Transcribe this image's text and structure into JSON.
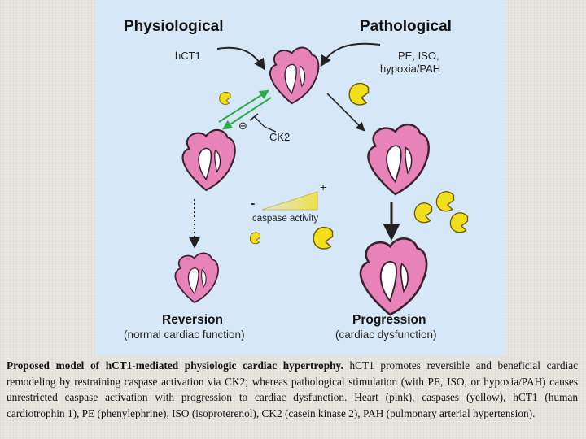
{
  "figure": {
    "title_left": "Physiological",
    "title_right": "Pathological",
    "label_hct1": "hCT1",
    "label_stimuli_line1": "PE, ISO,",
    "label_stimuli_line2": "hypoxia/PAH",
    "label_ck2": "CK2",
    "minus_symbol": "⊖",
    "gradient_minus": "-",
    "gradient_plus": "+",
    "caspase_activity": "caspase activity",
    "reversion_title": "Reversion",
    "reversion_sub": "(normal cardiac function)",
    "progression_title": "Progression",
    "progression_sub": "(cardiac dysfunction)",
    "colors": {
      "background": "#d6e7f7",
      "heart": "#e783b8",
      "heart_stroke": "#3a2130",
      "caspase": "#f2df1c",
      "green_arrow": "#2fa84a",
      "gradient": "#f0e04a"
    }
  },
  "caption": {
    "bold": "Proposed model of hCT1-mediated physiologic cardiac hypertrophy.",
    "text": " hCT1 promotes reversible and beneficial cardiac remodeling by restraining caspase activation via CK2; whereas pathological stimulation (with PE, ISO, or hypoxia/PAH) causes unrestricted caspase activation with progression to cardiac dysfunction. Heart (pink), caspases (yellow), hCT1 (human cardiotrophin 1), PE (phenylephrine), ISO (isoproterenol), CK2 (casein kinase 2), PAH (pulmonary arterial hypertension)."
  }
}
